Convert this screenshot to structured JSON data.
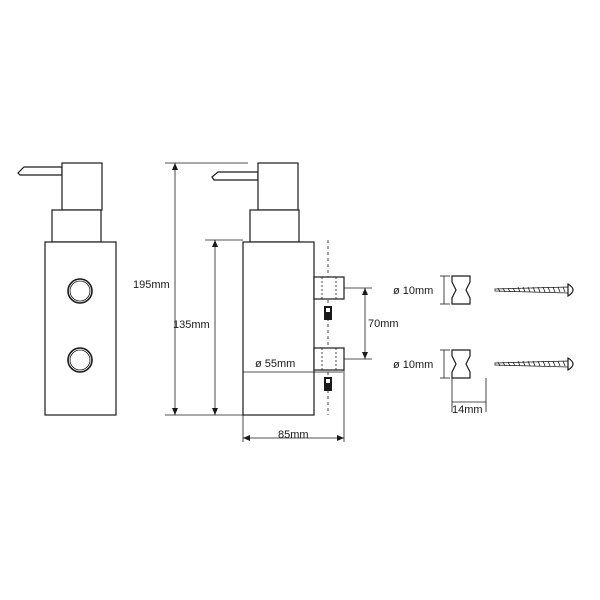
{
  "dimensions": {
    "total_height": "195mm",
    "body_height": "135mm",
    "diameter_label": "ø 55mm",
    "width": "85mm",
    "mount_spacing": "70mm",
    "bracket_top_diameter": "ø 10mm",
    "bracket_bottom_diameter": "ø 10mm",
    "bracket_width": "14mm"
  }
}
